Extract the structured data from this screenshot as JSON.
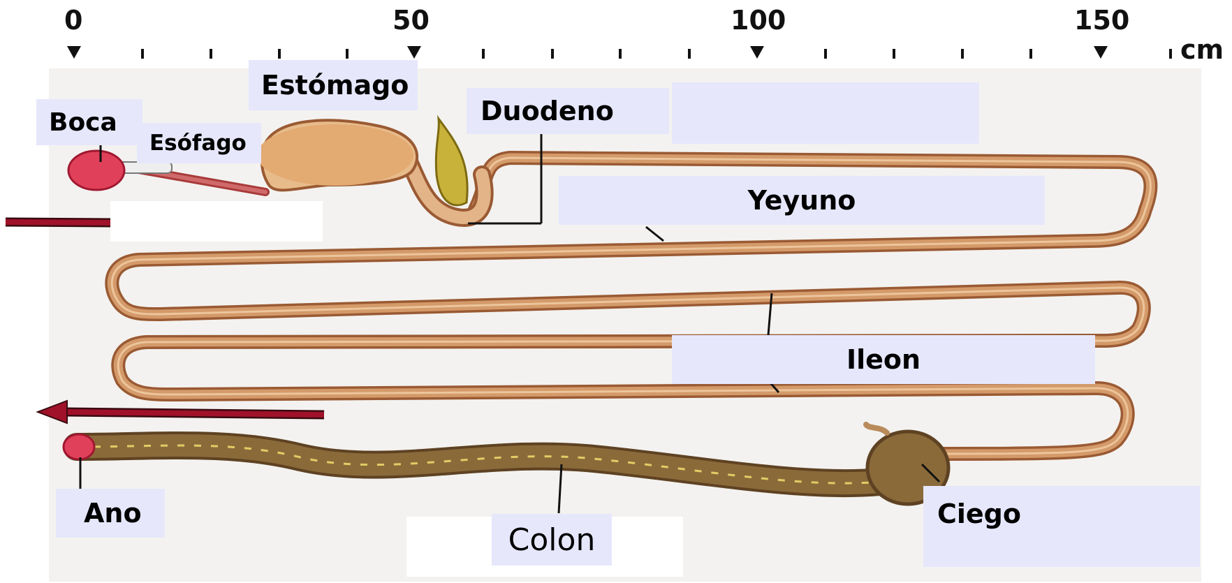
{
  "scale": {
    "unit": "cm",
    "major_ticks": [
      "0",
      "50",
      "100",
      "150"
    ]
  },
  "labels": {
    "boca": "Boca",
    "esofago": "Esófago",
    "estomago": "Estómago",
    "duodeno": "Duodeno",
    "yeyuno": "Yeyuno",
    "ileon": "Ileon",
    "ano": "Ano",
    "colon": "Colon",
    "ciego": "Ciego"
  },
  "colors": {
    "intestine": "#d49a6a",
    "intestine_dark": "#9a5a33",
    "colon": "#8b6a3a",
    "mouth": "#e0405a",
    "stomach_cover": "#e3aa72",
    "arrow": "#a0122a",
    "label_bg": "#e6e7fb",
    "panel_bg": "#f3f2f0"
  }
}
